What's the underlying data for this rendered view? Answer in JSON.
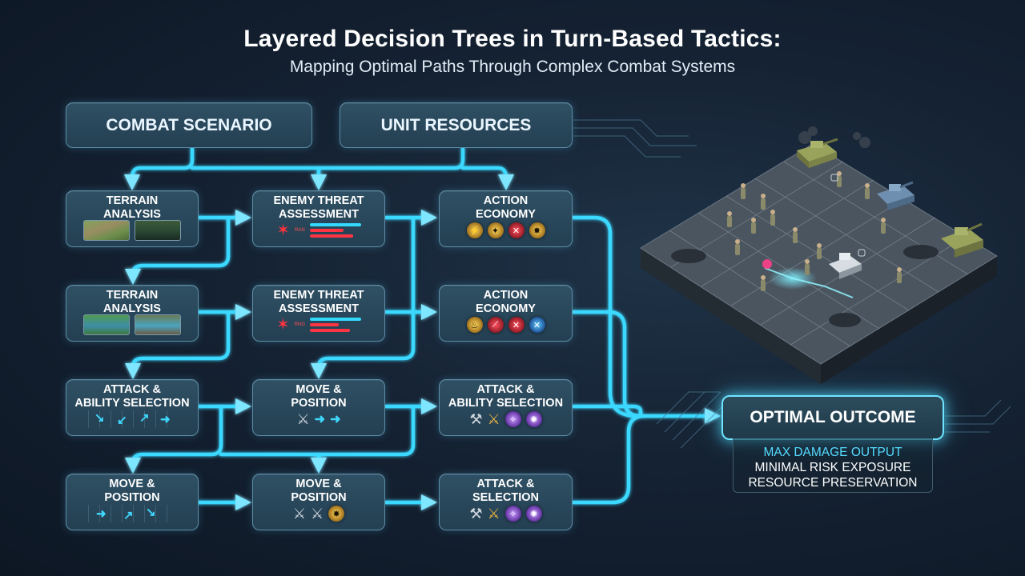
{
  "header": {
    "title": "Layered Decision Trees in Turn-Based Tactics:",
    "subtitle": "Mapping Optimal Paths Through Complex Combat Systems"
  },
  "top_nodes": [
    {
      "id": "combat",
      "label": "COMBAT SCENARIO"
    },
    {
      "id": "units",
      "label": "UNIT RESOURCES"
    }
  ],
  "rows": [
    [
      {
        "label": "TERRAIN\nANALYSIS",
        "visual": "terrain-thumbs-1"
      },
      {
        "label": "ENEMY THREAT\nASSESSMENT",
        "visual": "threat",
        "threat_text": "RAN"
      },
      {
        "label": "ACTION\nECONOMY",
        "visual": "action-icons-1"
      }
    ],
    [
      {
        "label": "TERRAIN\nANALYSIS",
        "visual": "terrain-thumbs-2"
      },
      {
        "label": "ENEMY THREAT\nASSESSMENT",
        "visual": "threat",
        "threat_text": "RNG"
      },
      {
        "label": "ACTION\nECONOMY",
        "visual": "action-icons-2"
      }
    ],
    [
      {
        "label": "ATTACK &\nABILITY SELECTION",
        "visual": "grid-arrows"
      },
      {
        "label": "MOVE &\nPOSITION",
        "visual": "sword-arrows"
      },
      {
        "label": "ATTACK &\nABILITY SELECTION",
        "visual": "weapons-1"
      }
    ],
    [
      {
        "label": "MOVE &\nPOSITION",
        "visual": "grid-arrows-2"
      },
      {
        "label": "MOVE &\nPOSITION",
        "visual": "swords-gold"
      },
      {
        "label": "ATTACK &\nSELECTION",
        "visual": "weapons-2"
      }
    ]
  ],
  "outcome": {
    "title": "OPTIMAL OUTCOME",
    "items": [
      "MAX DAMAGE OUTPUT",
      "MINIMAL RISK EXPOSURE",
      "RESOURCE PRESERVATION"
    ]
  },
  "icons": {
    "action_1": [
      "lightning-icon",
      "sword-icon",
      "crossed-swords-icon",
      "star-burst-icon"
    ],
    "action_2": [
      "flame-icon",
      "slash-icon",
      "crossed-swords-icon",
      "shield-icon"
    ]
  },
  "colors": {
    "wire": "#35d6ff",
    "node_fill": "#2b4a5e",
    "node_border": "#5d8ea6",
    "outcome_glow": "#6fe4ff",
    "threat_red": "#ff3340"
  },
  "battle_scene": {
    "description_icon": "isometric-battle-grid-icon"
  }
}
